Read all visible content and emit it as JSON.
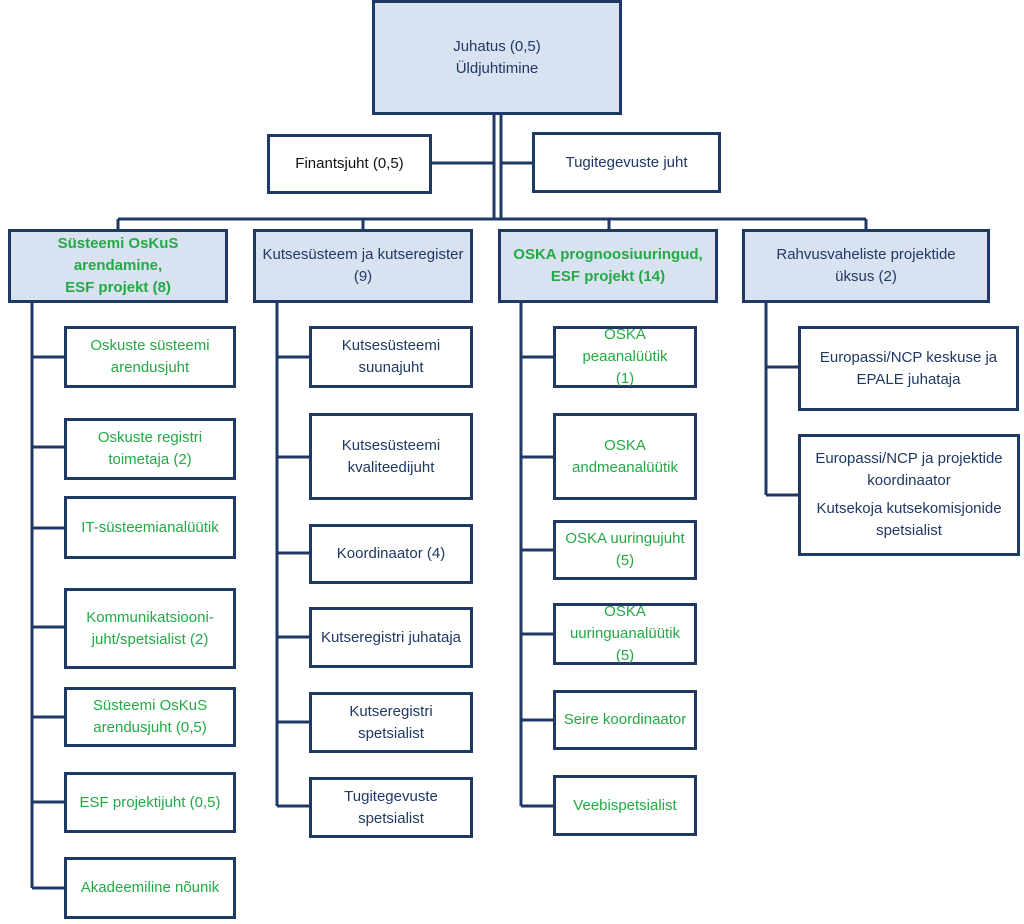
{
  "top": {
    "line1": "Juhatus (0,5)",
    "line2": "Üldjuhtimine"
  },
  "finance": "Finantsjuht (0,5)",
  "support": "Tugitegevuste juht",
  "departments": [
    {
      "title": [
        "Süsteemi OsKuS arendamine,",
        "ESF projekt (8)"
      ],
      "items": [
        [
          "Oskuste süsteemi",
          "arendusjuht"
        ],
        [
          "Oskuste registri",
          "toimetaja (2)"
        ],
        [
          "IT-süsteemianalüütik"
        ],
        [
          "Kommunikatsiooni-",
          "juht/spetsialist (2)"
        ],
        [
          "Süsteemi OsKuS",
          "arendusjuht (0,5)"
        ],
        [
          "ESF projektijuht (0,5)"
        ],
        [
          "Akadeemiline nõunik"
        ]
      ]
    },
    {
      "title": [
        "Kutsesüsteem ja kutseregister",
        "(9)"
      ],
      "items": [
        [
          "Kutsesüsteemi",
          "suunajuht"
        ],
        [
          "Kutsesüsteemi",
          "kvaliteedijuht"
        ],
        [
          "Koordinaator (4)"
        ],
        [
          "Kutseregistri juhataja"
        ],
        [
          "Kutseregistri",
          "spetsialist"
        ],
        [
          "Tugitegevuste",
          "spetsialist"
        ]
      ]
    },
    {
      "title": [
        "OSKA prognoosiuuringud,",
        "ESF projekt (14)"
      ],
      "items": [
        [
          "OSKA peaanalüütik",
          "(1)"
        ],
        [
          "OSKA",
          "andmeanalüütik"
        ],
        [
          "OSKA uuringujuht",
          "(5)"
        ],
        [
          "OSKA",
          "uuringuanalüütik",
          "(5)"
        ],
        [
          "Seire koordinaator"
        ],
        [
          "Veebispetsialist"
        ]
      ]
    },
    {
      "title": [
        "Rahvusvaheliste projektide",
        "üksus (2)"
      ],
      "items": [
        [
          "Europassi/NCP keskuse ja",
          "EPALE juhataja"
        ],
        [
          "Europassi/NCP ja projektide",
          "koordinaator",
          "Kutsekoja kutsekomisjonide",
          "spetsialist"
        ]
      ]
    }
  ]
}
